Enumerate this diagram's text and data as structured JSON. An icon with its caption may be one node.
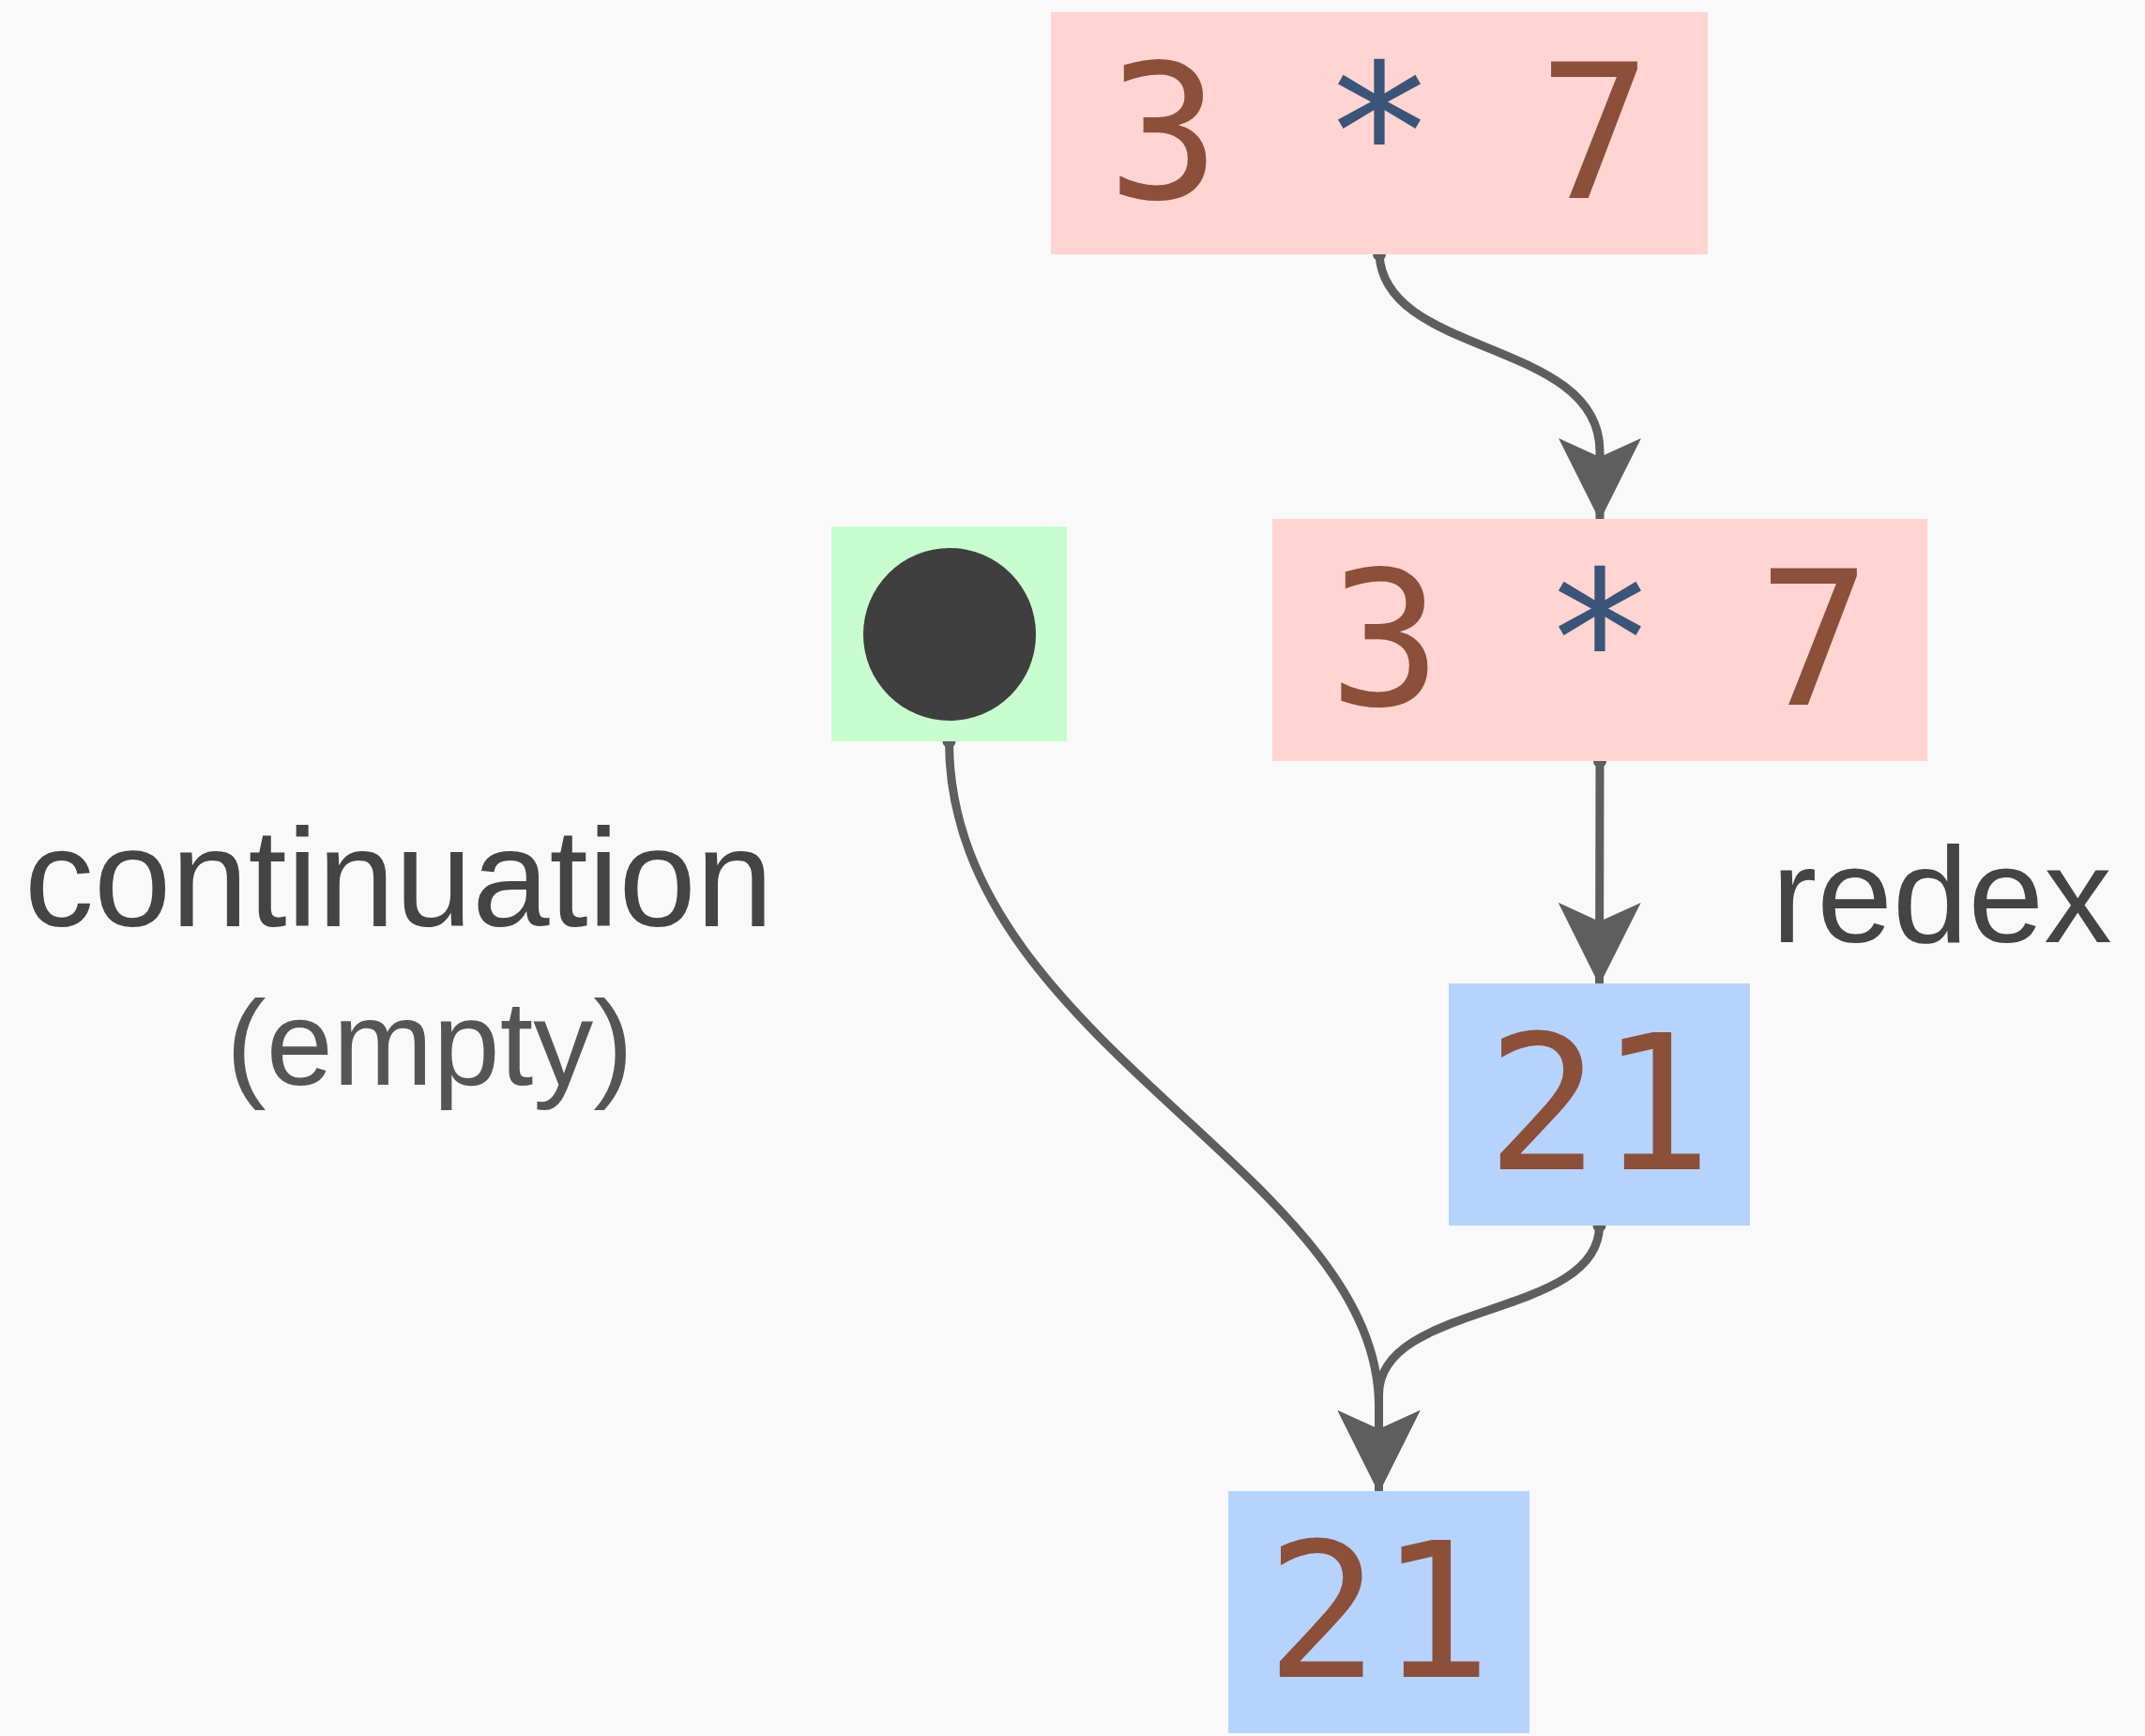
{
  "diagram": {
    "nodes": [
      {
        "text": [
          "3",
          "*",
          "7"
        ]
      },
      {
        "text": [
          "3",
          "*",
          "7"
        ]
      },
      {
        "text": [],
        "shape": "circle"
      },
      {
        "text": [
          "21"
        ]
      },
      {
        "text": [
          "21"
        ]
      }
    ],
    "edges": [
      {
        "from": 0,
        "to": 1,
        "arrow": "to"
      },
      {
        "from": 1,
        "to": 3,
        "arrow": "to"
      },
      {
        "from": 2,
        "to": 4,
        "arrow": "to"
      },
      {
        "from": 3,
        "to": 4,
        "arrow": "to"
      }
    ],
    "labels": [
      "continuation",
      "(empty)",
      "redex"
    ]
  }
}
